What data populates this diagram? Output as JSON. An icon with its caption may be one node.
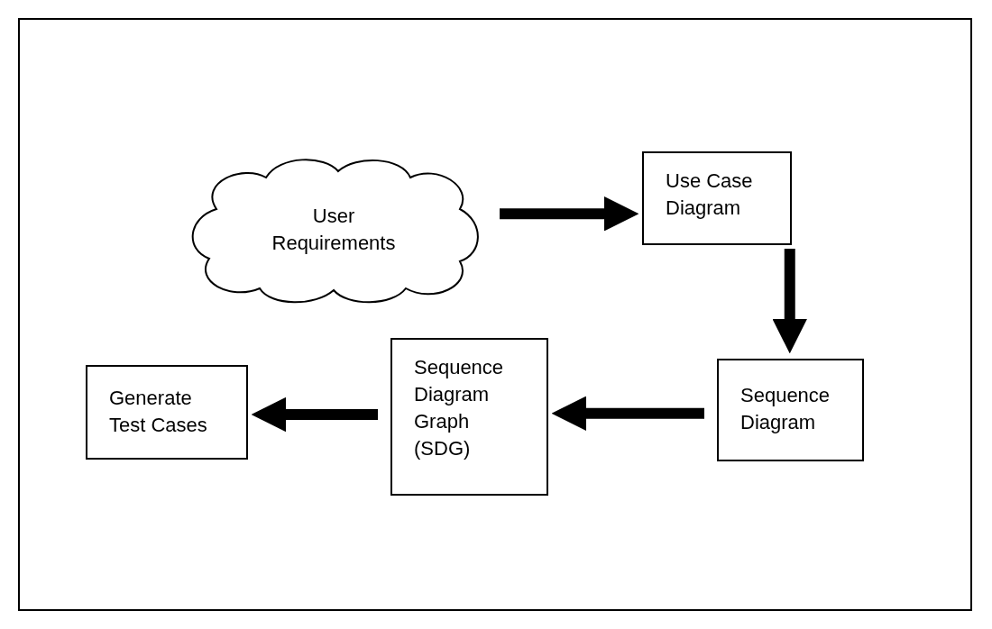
{
  "diagram": {
    "nodes": [
      {
        "text": [
          "User Requirements"
        ]
      },
      {
        "text": [
          "Use Case Diagram"
        ]
      },
      {
        "text": [
          "Sequence Diagram"
        ]
      },
      {
        "text": [
          "Sequence Diagram Graph (SDG)"
        ]
      },
      {
        "text": [
          "Generate Test Cases"
        ]
      }
    ],
    "edges": [
      {
        "from": 0,
        "to": 1,
        "arrow": "to"
      },
      {
        "from": 1,
        "to": 2,
        "arrow": "to"
      },
      {
        "from": 2,
        "to": 3,
        "arrow": "to"
      },
      {
        "from": 3,
        "to": 4,
        "arrow": "to"
      }
    ]
  }
}
